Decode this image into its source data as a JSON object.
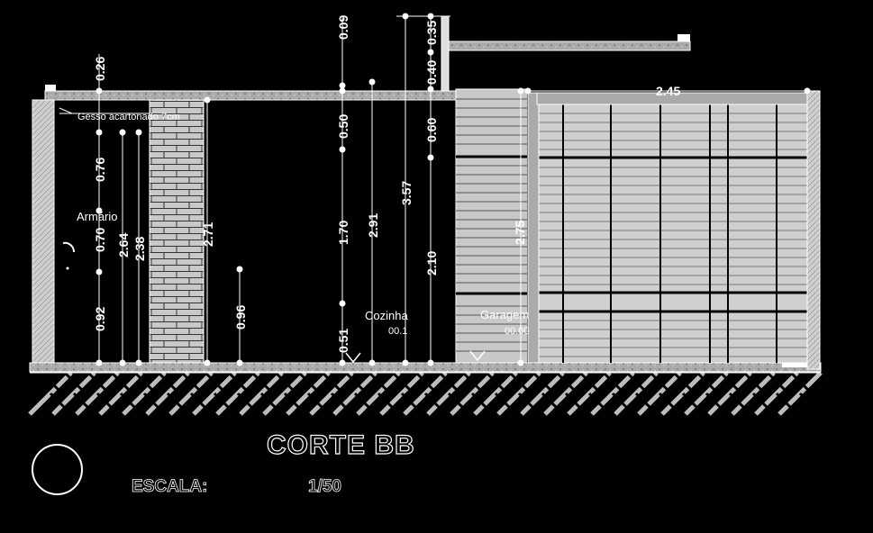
{
  "drawing": {
    "title": "CORTE BB",
    "scale_label": "ESCALA:",
    "scale_value": "1/50",
    "rooms": [
      {
        "name": "Cozinha",
        "code": "00.1"
      },
      {
        "name": "Garagem",
        "code": "00.00"
      }
    ],
    "annotations": {
      "gesso": "Gesso acartonado 7cm",
      "armario": "Armário"
    },
    "dimensions": {
      "d026": "0.26",
      "d076": "0.76",
      "d070": "0.70",
      "d092": "0.92",
      "d264": "2.64",
      "d238": "2.38",
      "d271": "2.71",
      "d096": "0.96",
      "d009": "0.09",
      "d050": "0.50",
      "d170": "1.70",
      "d051": "0.51",
      "d291": "2.91",
      "d357": "3.57",
      "d035": "0.35",
      "d040": "0.40",
      "d060": "0.60",
      "d210": "2.10",
      "d245h": "2.45",
      "d275": "2.75"
    }
  }
}
